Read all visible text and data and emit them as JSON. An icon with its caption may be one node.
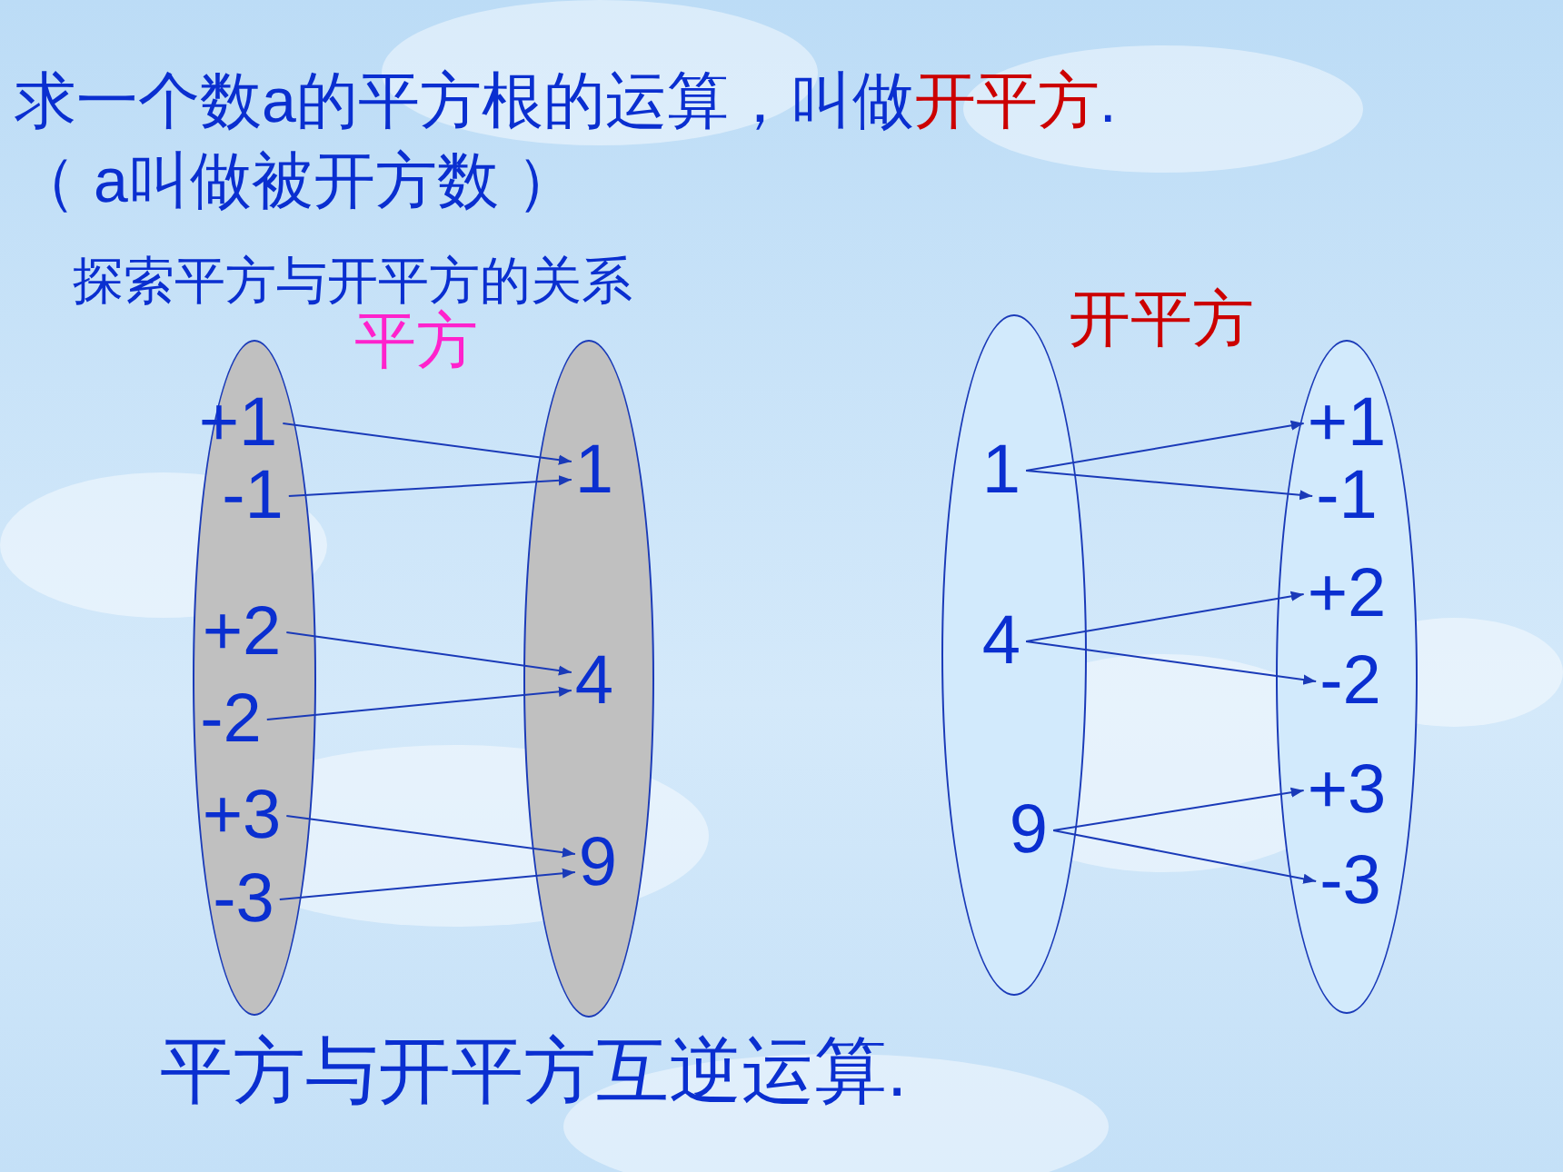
{
  "diagram": {
    "nodes": [
      {
        "text": [],
        "shape": "ellipse"
      },
      {
        "text": [
          "+1"
        ],
        "in": 0
      },
      {
        "text": [
          "-1"
        ],
        "in": 0
      },
      {
        "text": [
          "+2"
        ],
        "in": 0
      },
      {
        "text": [
          "-2"
        ],
        "in": 0
      },
      {
        "text": [
          "+3"
        ],
        "in": 0
      },
      {
        "text": [
          "-3"
        ],
        "in": 0
      },
      {
        "text": [],
        "shape": "ellipse"
      },
      {
        "text": [
          "1"
        ],
        "in": 7
      },
      {
        "text": [
          "4"
        ],
        "in": 7
      },
      {
        "text": [
          "9"
        ],
        "in": 7
      },
      {
        "text": [],
        "shape": "ellipse"
      },
      {
        "text": [
          "1"
        ],
        "in": 11
      },
      {
        "text": [
          "4"
        ],
        "in": 11
      },
      {
        "text": [
          "9"
        ],
        "in": 11
      },
      {
        "text": [],
        "shape": "ellipse"
      },
      {
        "text": [
          "+1"
        ],
        "in": 15
      },
      {
        "text": [
          "-1"
        ],
        "in": 15
      },
      {
        "text": [
          "+2"
        ],
        "in": 15
      },
      {
        "text": [
          "-2"
        ],
        "in": 15
      },
      {
        "text": [
          "+3"
        ],
        "in": 15
      },
      {
        "text": [
          "-3"
        ],
        "in": 15
      }
    ],
    "edges": [
      {
        "from": 1,
        "to": 8,
        "arrow": "to"
      },
      {
        "from": 2,
        "to": 8,
        "arrow": "to"
      },
      {
        "from": 3,
        "to": 9,
        "arrow": "to"
      },
      {
        "from": 4,
        "to": 9,
        "arrow": "to"
      },
      {
        "from": 5,
        "to": 10,
        "arrow": "to"
      },
      {
        "from": 6,
        "to": 10,
        "arrow": "to"
      },
      {
        "from": 12,
        "to": 16,
        "arrow": "to"
      },
      {
        "from": 12,
        "to": 17,
        "arrow": "to"
      },
      {
        "from": 13,
        "to": 18,
        "arrow": "to"
      },
      {
        "from": 13,
        "to": 19,
        "arrow": "to"
      },
      {
        "from": 14,
        "to": 20,
        "arrow": "to"
      },
      {
        "from": 14,
        "to": 21,
        "arrow": "to"
      }
    ],
    "labels": [
      "求一个数a的平方根的运算，叫做**开平方**.",
      "（  a叫做被开方数 ）",
      "探索平方与开平方的关系",
      "平方",
      "开平方",
      "平方与开平方互逆运算."
    ]
  }
}
